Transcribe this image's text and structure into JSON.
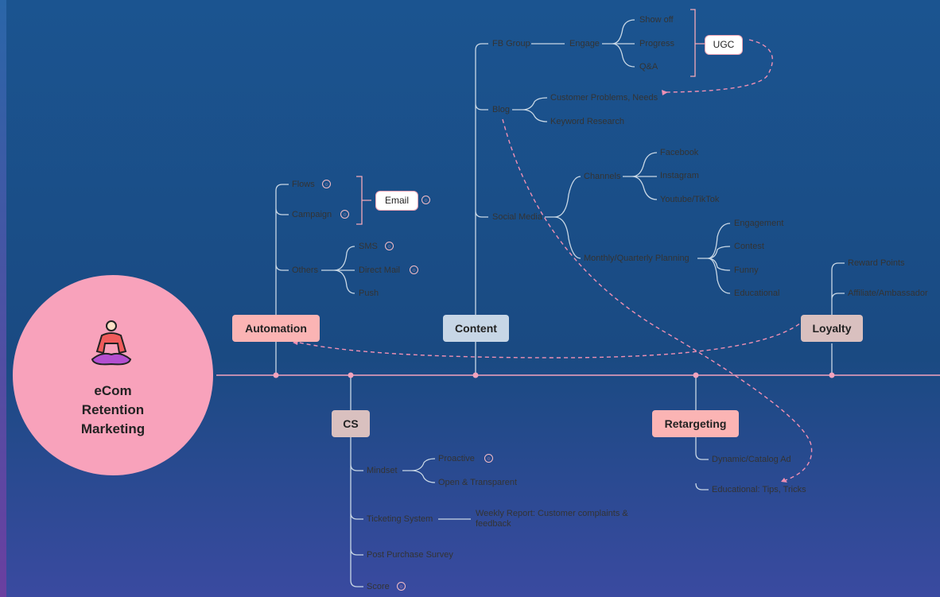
{
  "hub": {
    "title": "eCom\nRetention\nMarketing",
    "icon": "meditation-icon"
  },
  "branches": {
    "automation": "Automation",
    "content": "Content",
    "loyalty": "Loyalty",
    "cs": "CS",
    "retargeting": "Retargeting"
  },
  "automation": {
    "email": "Email",
    "flows": "Flows",
    "campaign": "Campaign",
    "others": "Others",
    "sms": "SMS",
    "direct_mail": "Direct Mail",
    "push": "Push"
  },
  "content": {
    "fb_group": "FB Group",
    "engage": "Engage",
    "show_off": "Show off",
    "progress": "Progress",
    "qa": "Q&A",
    "ugc": "UGC",
    "blog": "Blog",
    "customer_problems": "Customer Problems, Needs",
    "keyword_research": "Keyword Research",
    "social_media": "Social Media",
    "channels": "Channels",
    "facebook": "Facebook",
    "instagram": "Instagram",
    "youtube": "Youtube/TikTok",
    "planning": "Monthly/Quarterly Planning",
    "engagement": "Engagement",
    "contest": "Contest",
    "funny": "Funny",
    "educational": "Educational"
  },
  "loyalty": {
    "reward_points": "Reward Points",
    "affiliate": "Affiliate/Ambassador"
  },
  "cs": {
    "mindset": "Mindset",
    "proactive": "Proactive",
    "open": "Open & Transparent",
    "ticketing": "Ticketing System",
    "weekly_report": "Weekly Report: Customer complaints & feedback",
    "survey": "Post Purchase Survey",
    "score": "Score"
  },
  "retargeting": {
    "dynamic": "Dynamic/Catalog Ad",
    "educational": "Educational: Tips, Tricks"
  },
  "colors": {
    "canvas": "#fde3ea",
    "hub": "#f8a2bb",
    "automation": "#fbb4b4",
    "content": "#c7d6e6",
    "loyalty": "#d9c0bf",
    "cs": "#d9c0bf",
    "retargeting": "#fbb4b4",
    "connector": "#f29ab6"
  }
}
